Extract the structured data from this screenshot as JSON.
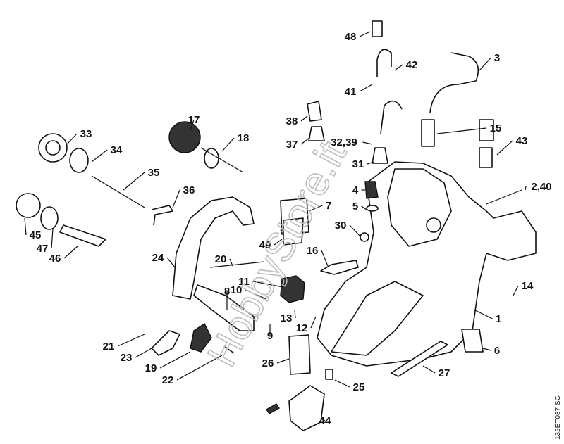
{
  "diagram": {
    "watermark": "HobbyStore.it",
    "drawing_code": "132ET087 SC",
    "part_labels": [
      "48",
      "42",
      "3",
      "41",
      "17",
      "33",
      "18",
      "38",
      "15",
      "43",
      "37",
      "32,39",
      "31",
      "34",
      "35",
      "2,40",
      "36",
      "4",
      "5",
      "7",
      "45",
      "30",
      "47",
      "49",
      "46",
      "16",
      "24",
      "20",
      "8",
      "11",
      "10",
      "14",
      "13",
      "12",
      "1",
      "9",
      "21",
      "23",
      "6",
      "19",
      "26",
      "27",
      "22",
      "25",
      "44"
    ]
  }
}
